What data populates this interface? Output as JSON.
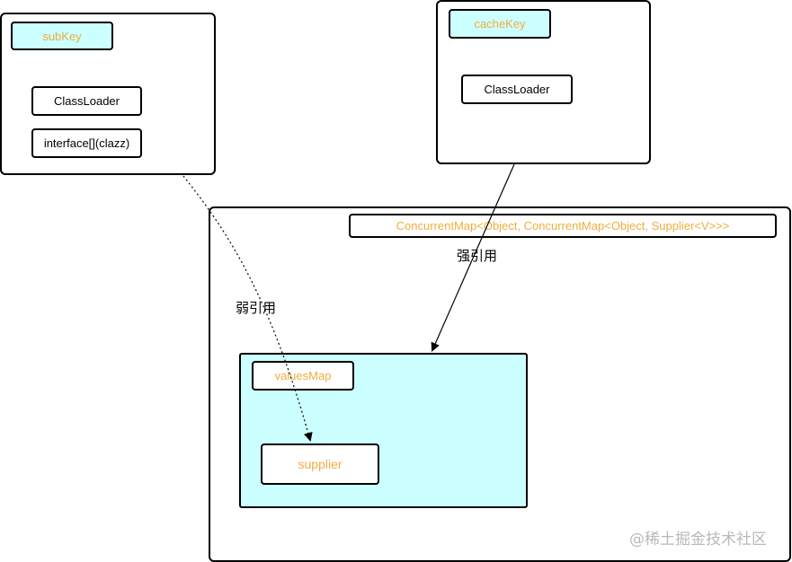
{
  "subkey_box": {
    "title": "subKey",
    "items": [
      "ClassLoader",
      "interface[](clazz)"
    ]
  },
  "cachekey_box": {
    "title": "cacheKey",
    "items": [
      "ClassLoader"
    ]
  },
  "map_box": {
    "title": "ConcurrentMap<Object, ConcurrentMap<Object, Supplier<V>>>",
    "values_map": {
      "title": "valuesMap",
      "supplier": "supplier"
    }
  },
  "edges": {
    "weak_ref": "弱引用",
    "strong_ref": "强引用"
  },
  "watermark": "@稀土掘金技术社区",
  "colors": {
    "accent_fill": "#ccffff",
    "accent_text": "#f0ad3c",
    "watermark": "#b9b9b9"
  }
}
